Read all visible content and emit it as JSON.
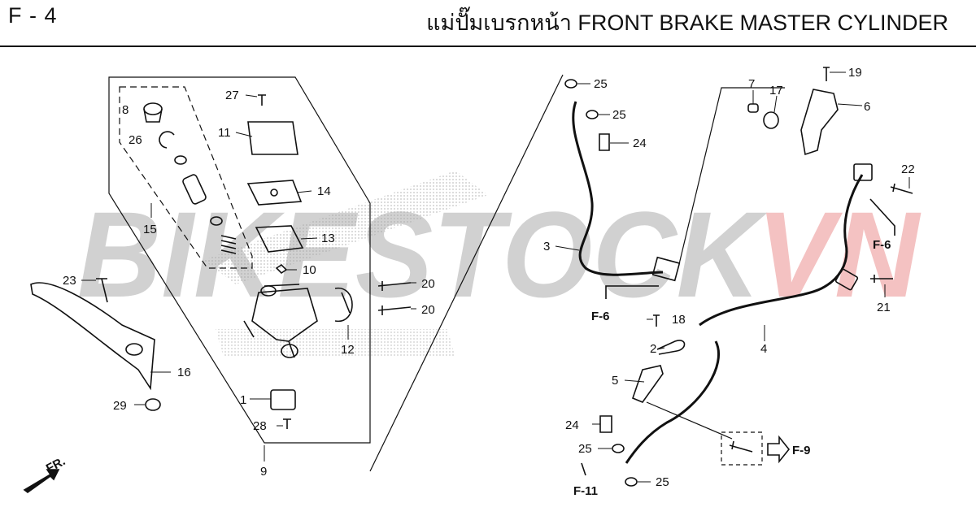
{
  "header": {
    "page_code": "F - 4",
    "title": "แม่ปั๊มเบรกหน้า  FRONT BRAKE MASTER CYLINDER"
  },
  "watermark": {
    "left_text": "BIKESTOCK",
    "right_text": "VN",
    "left_color": "#c9c9c9",
    "right_color": "#f3b8b8"
  },
  "orientation": {
    "label": "FR."
  },
  "parts": {
    "p1": "1",
    "p2": "2",
    "p3": "3",
    "p4": "4",
    "p5": "5",
    "p6": "6",
    "p7": "7",
    "p8": "8",
    "p9": "9",
    "p10": "10",
    "p11": "11",
    "p12": "12",
    "p13": "13",
    "p14": "14",
    "p15": "15",
    "p16": "16",
    "p17": "17",
    "p18": "18",
    "p19": "19",
    "p20a": "20",
    "p20b": "20",
    "p21": "21",
    "p22": "22",
    "p23": "23",
    "p24a": "24",
    "p24b": "24",
    "p25a": "25",
    "p25b": "25",
    "p25c": "25",
    "p25d": "25",
    "p26": "26",
    "p27": "27",
    "p28": "28",
    "p29": "29"
  },
  "references": {
    "ref_f6_hose": "F-6",
    "ref_f6_right": "F-6",
    "ref_f9": "F-9",
    "ref_f11": "F-11"
  }
}
